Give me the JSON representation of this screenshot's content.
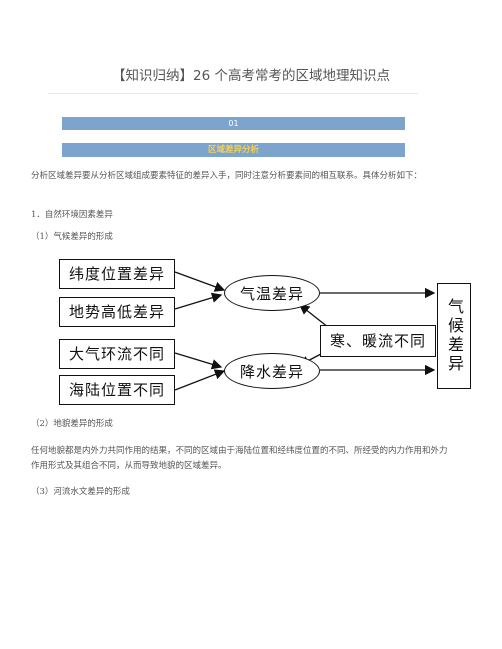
{
  "title": "【知识归纳】26 个高考常考的区域地理知识点",
  "section_number": "01",
  "section_title": "区域差异分析",
  "intro": "分析区域差异要从分析区域组成要素特征的差异入手，同时注意分析要素间的相互联系。具体分析如下：",
  "item1": "1．自然环境因素差异",
  "item1_1": "（1）气候差异的形成",
  "diagram": {
    "left_boxes": [
      "纬度位置差异",
      "地势高低差异",
      "大气环流不同",
      "海陆位置不同"
    ],
    "oval_top": "气温差异",
    "oval_bottom": "降水差异",
    "middle_box": "寒、暖流不同",
    "result_box": "气候差异"
  },
  "item1_2": "（2）地貌差异的形成",
  "para2": "任何地貌都是内外力共同作用的结果，不同的区域由于海陆位置和经纬度位置的不同、所经受的内力作用和外力作用形式及其组合不同，从而导致地貌的区域差异。",
  "item1_3": "（3）河流水文差异的形成"
}
